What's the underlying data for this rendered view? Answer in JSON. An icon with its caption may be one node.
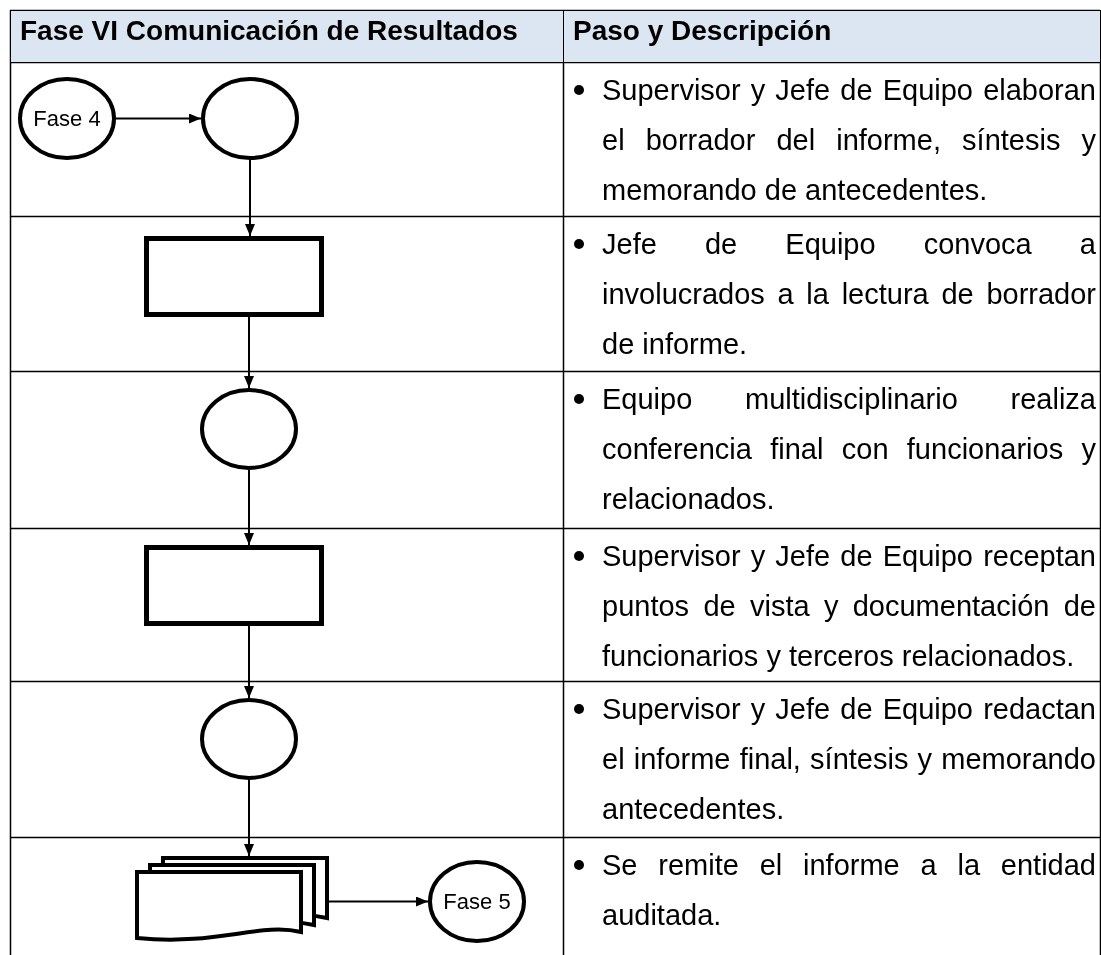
{
  "diagram": {
    "nodes": [
      {
        "text": [
          "Fase 4"
        ]
      },
      {
        "text": [],
        "shape": "circle"
      },
      {
        "text": [],
        "shape": "box"
      },
      {
        "text": [],
        "shape": "circle"
      },
      {
        "text": [],
        "shape": "box"
      },
      {
        "text": [],
        "shape": "circle"
      },
      {
        "text": [],
        "shape": "document"
      },
      {
        "text": [
          "Fase 5"
        ]
      }
    ],
    "edges": [
      {
        "from": 0,
        "to": 1,
        "arrow": "to"
      },
      {
        "from": 1,
        "to": 2,
        "arrow": "to"
      },
      {
        "from": 2,
        "to": 3,
        "arrow": "to"
      },
      {
        "from": 3,
        "to": 4,
        "arrow": "to"
      },
      {
        "from": 4,
        "to": 5,
        "arrow": "to"
      },
      {
        "from": 5,
        "to": 6,
        "arrow": "to"
      },
      {
        "from": 6,
        "to": 7,
        "arrow": "to"
      }
    ],
    "labels": [
      "Fase VI Comunicación de Resultados",
      "Paso y Descripción",
      "Supervisor y Jefe de Equipo elaboran el borrador del informe, síntesis y memorando de antecedentes.",
      "Jefe de Equipo convoca a involucrados a la lectura de borrador de informe.",
      "Equipo multidisciplinario realiza conferencia final con funcionarios y relacionados.",
      "Supervisor y Jefe de Equipo receptan puntos de vista y documentación de funcionarios y terceros relacionados.",
      "Supervisor y Jefe de Equipo redactan el informe final, síntesis y memorando antecedentes.",
      "Se remite el informe a la entidad auditada."
    ]
  }
}
